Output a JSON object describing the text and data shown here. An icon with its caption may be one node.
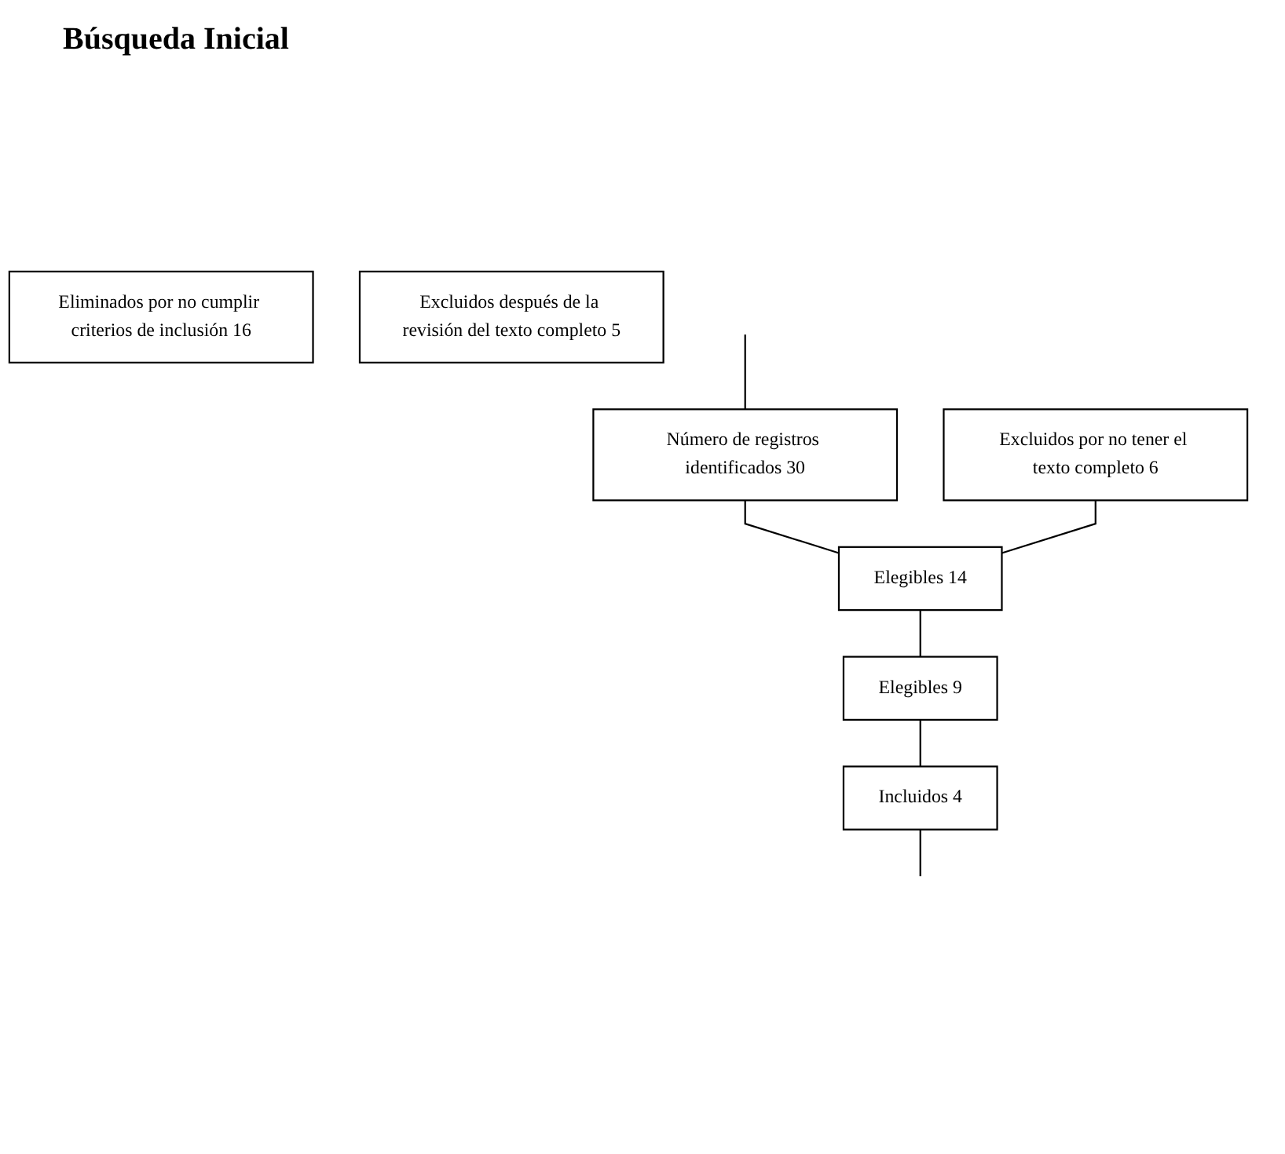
{
  "diagram": {
    "title": "Búsqueda Inicial",
    "nodes": [
      {
        "text": [
          "Número de registros identificados 30"
        ]
      },
      {
        "text": [
          "Eliminados por no cumplir criterios de inclusión 16"
        ]
      },
      {
        "text": [
          "Elegibles 14"
        ]
      },
      {
        "text": [
          "Excluidos por no tener el texto completo 6"
        ]
      },
      {
        "text": [
          "Elegibles 9"
        ]
      },
      {
        "text": [
          "Excluidos después de la revisión del texto completo 5"
        ]
      },
      {
        "text": [
          "Incluidos 4"
        ]
      }
    ],
    "edges": [
      {
        "from": null,
        "to": 0,
        "arrow": "none"
      },
      {
        "from": 0,
        "to": 2,
        "arrow": "none"
      },
      {
        "from": 3,
        "to": 2,
        "arrow": "none"
      },
      {
        "from": 2,
        "to": 4,
        "arrow": "none"
      },
      {
        "from": 4,
        "to": 6,
        "arrow": "none"
      },
      {
        "from": 6,
        "to": null,
        "arrow": "none"
      }
    ]
  }
}
